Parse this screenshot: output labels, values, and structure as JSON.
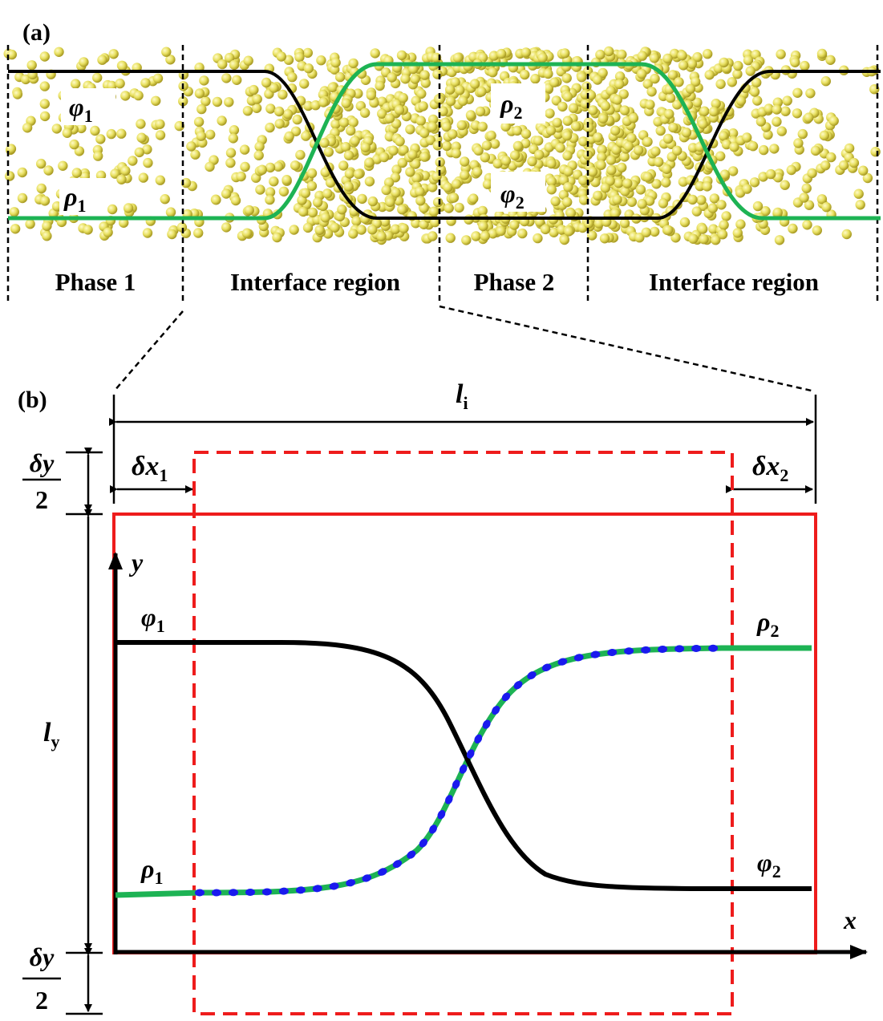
{
  "panel_a": {
    "label": "(a)",
    "regions": [
      "Phase 1",
      "Interface region",
      "Phase 2",
      "Interface region"
    ],
    "phi1": {
      "sym": "φ",
      "sub": "1"
    },
    "rho1": {
      "sym": "ρ",
      "sub": "1"
    },
    "rho2": {
      "sym": "ρ",
      "sub": "2"
    },
    "phi2": {
      "sym": "φ",
      "sub": "2"
    }
  },
  "panel_b": {
    "label": "(b)",
    "li": {
      "sym": "l",
      "sub": "i"
    },
    "ly": {
      "sym": "l",
      "sub": "y"
    },
    "dx1": {
      "sym": "δx",
      "sub": "1"
    },
    "dx2": {
      "sym": "δx",
      "sub": "2"
    },
    "dy_top": {
      "num": "δy",
      "den": "2"
    },
    "dy_bottom": {
      "num": "δy",
      "den": "2"
    },
    "y_axis": "y",
    "x_axis": "x",
    "phi1": {
      "sym": "φ",
      "sub": "1"
    },
    "rho1": {
      "sym": "ρ",
      "sub": "1"
    },
    "rho2": {
      "sym": "ρ",
      "sub": "2"
    },
    "phi2": {
      "sym": "φ",
      "sub": "2"
    }
  },
  "colors": {
    "green": "#1db354",
    "black": "#000000",
    "red": "#ee1c1c",
    "blue": "#1a1aee",
    "particle": "#e8e060"
  }
}
